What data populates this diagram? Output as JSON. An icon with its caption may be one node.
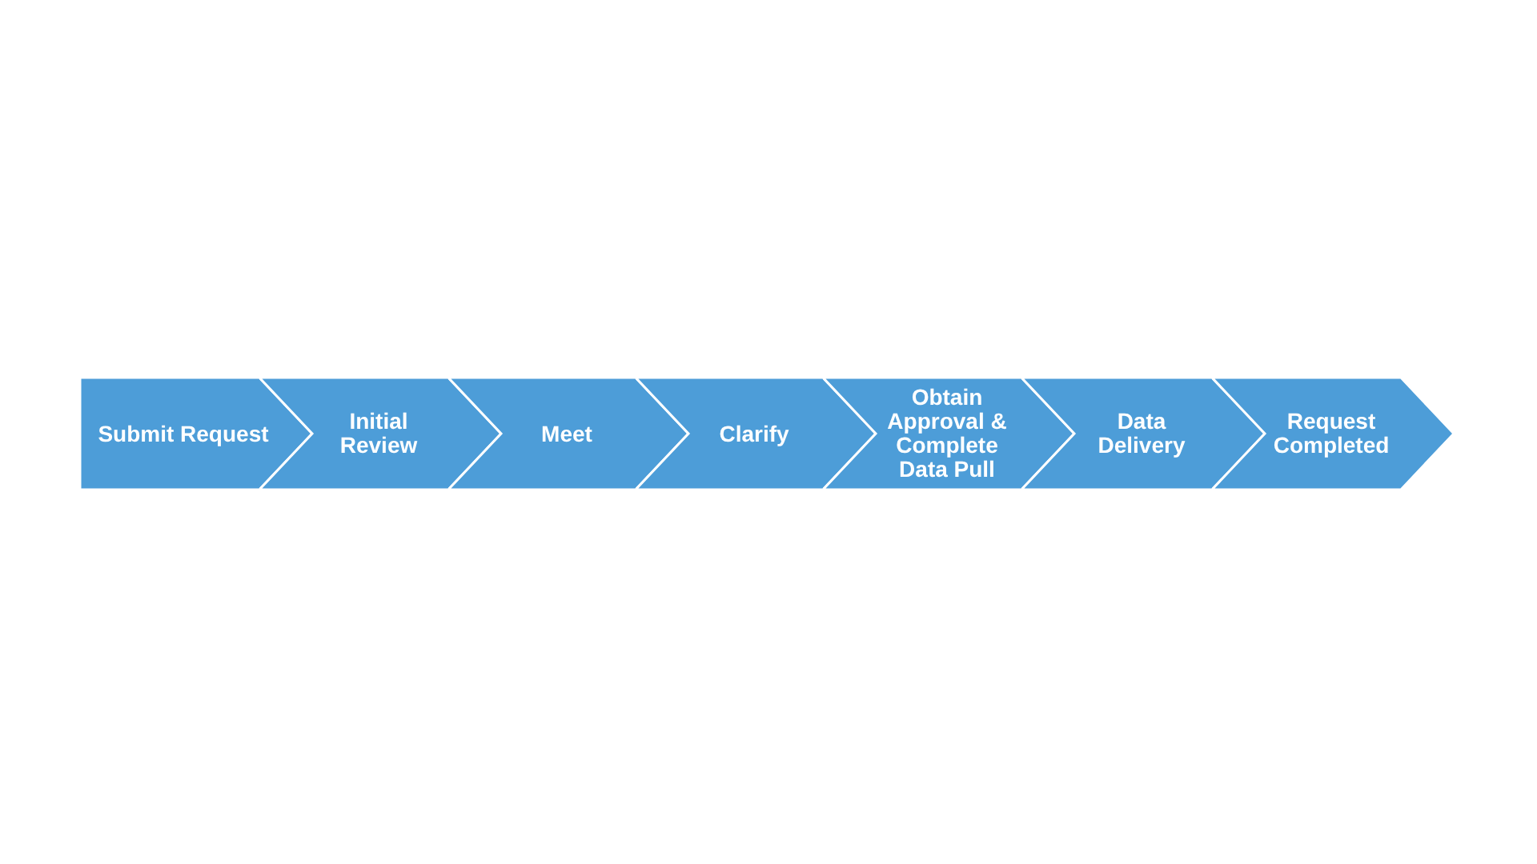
{
  "diagram": {
    "nodes": [
      {
        "text": [
          "Submit Request"
        ]
      },
      {
        "text": [
          "Initial Review"
        ]
      },
      {
        "text": [
          "Meet"
        ]
      },
      {
        "text": [
          "Clarify"
        ]
      },
      {
        "text": [
          "Obtain Approval & Complete Data Pull"
        ]
      },
      {
        "text": [
          "Data Delivery"
        ]
      },
      {
        "text": [
          "Request Completed"
        ]
      }
    ]
  }
}
